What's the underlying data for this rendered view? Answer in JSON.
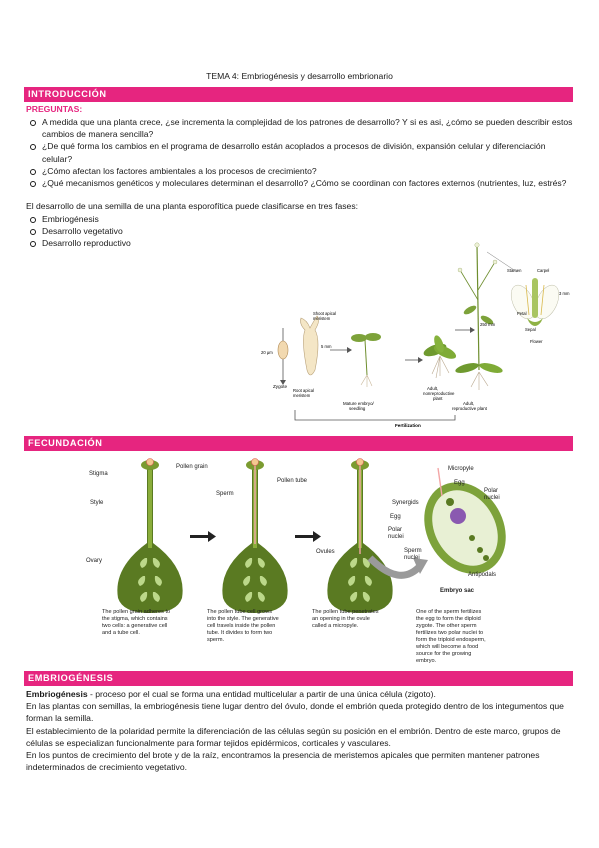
{
  "doc": {
    "title": "TEMA 4: Embriogénesis y desarrollo embrionario"
  },
  "sections": {
    "intro": "INTRODUCCIÓN",
    "fecundacion": "FECUNDACIÓN",
    "embriogenesis": "EMBRIOGÉNESIS"
  },
  "intro": {
    "questions_heading": "PREGUNTAS:",
    "questions": [
      "A medida que una planta crece, ¿se incrementa la complejidad de los patrones de desarrollo? Y si es asi, ¿cómo se pueden describir estos cambios de manera sencilla?",
      "¿De qué forma los cambios en el programa de desarrollo están acoplados a procesos de división, expansión celular y diferenciación celular?",
      "¿Cómo afectan los factores ambientales a los procesos de crecimiento?",
      "¿Qué mecanismos genéticos y moleculares determinan el desarrollo? ¿Cómo se coordinan con factores externos (nutrientes, luz, estrés?"
    ],
    "phases_intro": "El desarrollo de una semilla de una planta esporofítica puede clasificarse en tres fases:",
    "phases": [
      "Embriogénesis",
      "Desarrollo vegetativo",
      "Desarrollo reproductivo"
    ]
  },
  "lifecycle_figure": {
    "labels": {
      "shoot_meristem": "Shoot apical",
      "shoot_meristem2": "meristem",
      "root_meristem": "Root apical",
      "root_meristem2": "meristem",
      "zygote": "Zygote",
      "um": "20 μm",
      "mm5": "5 mm",
      "mature": "Mature embryo/",
      "mature2": "seedling",
      "adult_non": "Adult,",
      "adult_non2": "nonreproductive",
      "adult_non3": "plant",
      "adult_rep": "Adult,",
      "adult_rep2": "reproductive plant",
      "mm250": "250 mm",
      "stamen": "Stamen",
      "carpel": "Carpel",
      "petal": "Petal",
      "sepal": "Sepal",
      "flower": "Flower",
      "mm3": "3 mm",
      "fertilization": "Fertilization"
    }
  },
  "fecundacion_figure": {
    "labels": {
      "stigma": "Stigma",
      "style": "Style",
      "ovary": "Ovary",
      "pollen_grain": "Pollen grain",
      "pollen_tube": "Pollen tube",
      "sperm": "Sperm",
      "ovules": "Ovules",
      "micropyle": "Micropyle",
      "egg_top": "Egg",
      "synergids": "Synergids",
      "egg": "Egg",
      "polar": "Polar",
      "nuclei": "nuclei",
      "polar_r": "Polar",
      "nuclei_r": "nuclei",
      "sperm_n": "Sperm",
      "sperm_n2": "nuclei",
      "antipodals": "Antipodals",
      "embryo_sac": "Embryo sac"
    },
    "captions": [
      [
        "The pollen grain adheres to",
        "the stigma, which contains",
        "two cells: a generative cell",
        "and a tube cell."
      ],
      [
        "The pollen tube cell grows",
        "into the style. The generative",
        "cell travels inside the pollen",
        "tube. It divides to form two",
        "sperm."
      ],
      [
        "The pollen tube penetrates",
        "an opening in the ovule",
        "called a micropyle."
      ],
      [
        "One of the sperm fertilizes",
        "the egg to form the diploid",
        "zygote. The other sperm",
        "fertilizes two polar nuclei to",
        "form the triploid endosperm,",
        "which will become a food",
        "source for the growing",
        "embryo."
      ]
    ]
  },
  "embriogenesis": {
    "term": "Embriogénesis",
    "definition": " - proceso por el cual se forma una entidad multicelular a partir de una única célula (zigoto).",
    "p1": "En las plantas con semillas, la embriogénesis tiene lugar dentro del óvulo, donde el embrión queda protegido dentro de los integumentos que forman la semilla.",
    "p2": "El establecimiento de la polaridad permite la diferenciación de las células según su posición en el embrión. Dentro de este marco, grupos de células se especializan funcionalmente para formar tejidos epidérmicos, corticales y vasculares.",
    "p3": "En los puntos de crecimiento del brote y de la raíz, encontramos la presencia de meristemos apicales que permiten mantener patrones indeterminados de crecimiento vegetativo."
  },
  "colors": {
    "accent": "#e6257f",
    "pistil": "#5a7a22",
    "pistil_light": "#8aad3a"
  }
}
